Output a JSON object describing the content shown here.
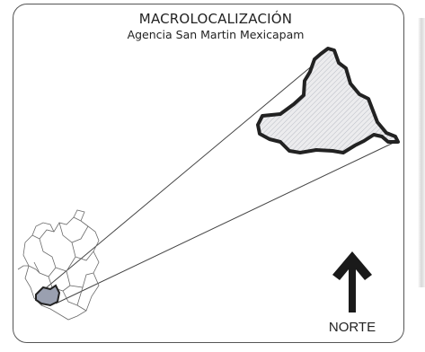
{
  "map": {
    "title": "MACROLOCALIZACIÓN",
    "subtitle": "Agencia San Martin Mexicapam",
    "north_label": "NORTE",
    "colors": {
      "region_fill": "#e8e8ea",
      "region_stroke": "#2a2a2a",
      "highlight_fill": "#9aa0b0",
      "line": "#444444",
      "frame": "#555555"
    },
    "icons": {
      "north": "arrow-up-icon",
      "hatch": "diagonal-hatch-pattern"
    }
  }
}
